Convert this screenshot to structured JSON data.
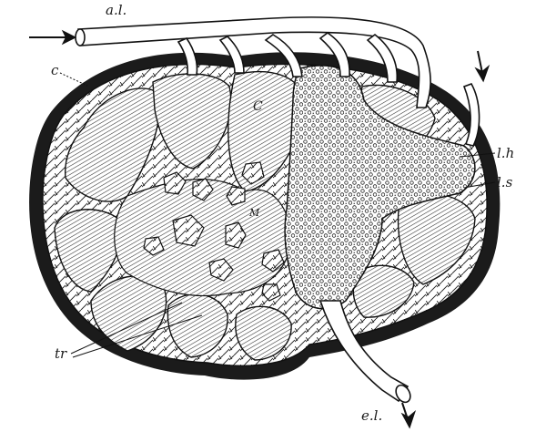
{
  "labels": {
    "afferent_lymphatic": "a.l.",
    "capsule": "c",
    "cortex": "C",
    "medulla": "M",
    "lymph_follicle": "l.h",
    "lymph_sinus": "l.s",
    "trabeculae": "tr",
    "efferent_lymphatic": "e.l."
  }
}
